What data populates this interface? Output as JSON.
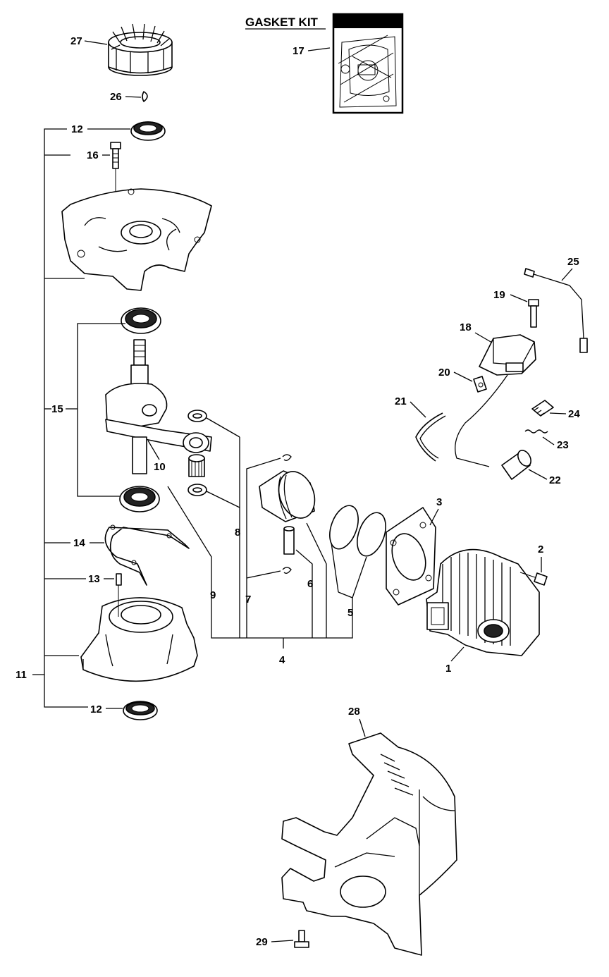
{
  "gasket_kit": {
    "title": "GASKET KIT",
    "number": "17"
  },
  "callouts": {
    "p1": "1",
    "p2": "2",
    "p3": "3",
    "p4": "4",
    "p5": "5",
    "p6": "6",
    "p7": "7",
    "p8": "8",
    "p9": "9",
    "p10": "10",
    "p11": "11",
    "p12a": "12",
    "p12b": "12",
    "p13": "13",
    "p14": "14",
    "p15": "15",
    "p16": "16",
    "p18": "18",
    "p19": "19",
    "p20": "20",
    "p21": "21",
    "p22": "22",
    "p23": "23",
    "p24": "24",
    "p25": "25",
    "p26": "26",
    "p27": "27",
    "p28": "28",
    "p29": "29"
  }
}
